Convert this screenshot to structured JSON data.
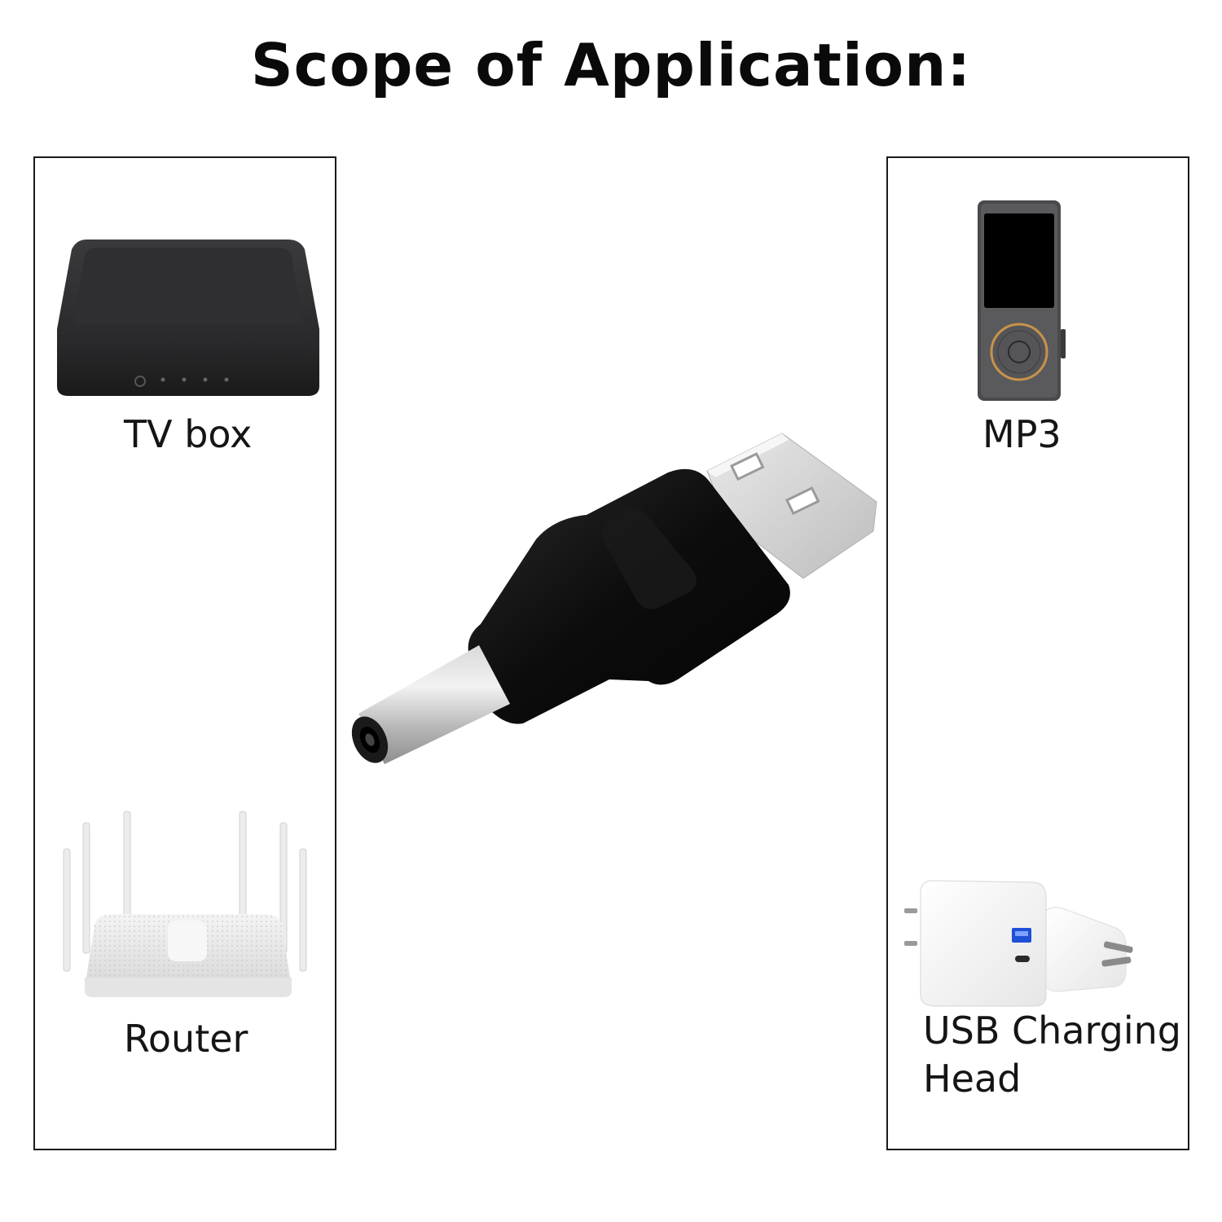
{
  "page": {
    "title": "Scope of Application:"
  },
  "left_panel": {
    "items": [
      {
        "label": "TV box",
        "icon": "tv-box-icon"
      },
      {
        "label": "Router",
        "icon": "router-icon"
      }
    ]
  },
  "right_panel": {
    "items": [
      {
        "label": "MP3",
        "icon": "mp3-player-icon"
      },
      {
        "label": "USB Charging\nHead",
        "icon": "usb-charger-icon"
      }
    ]
  },
  "center": {
    "icon": "usb-to-dc-adapter-icon"
  },
  "colors": {
    "background": "#ffffff",
    "text": "#111111",
    "border": "#1a1a1a",
    "adapter_body": "#0d0d0d",
    "metal": "#c9c9c9",
    "mp3_accent": "#c8934a"
  }
}
